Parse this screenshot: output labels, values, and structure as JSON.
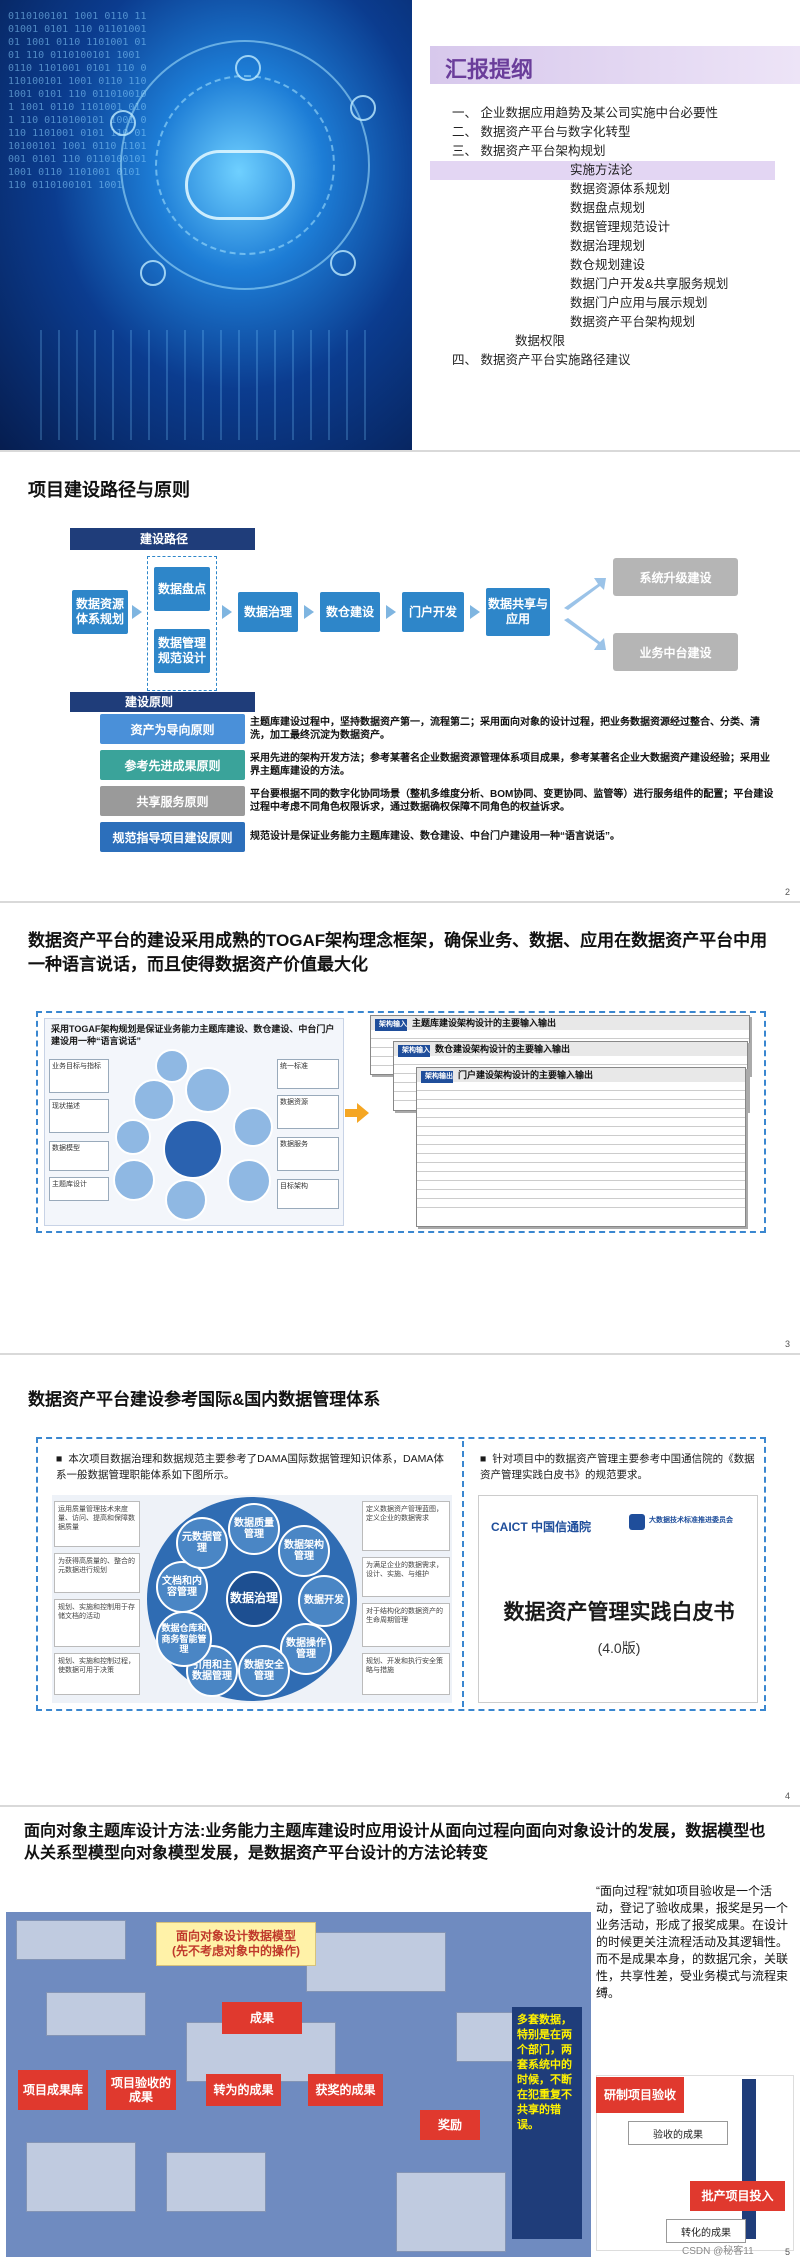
{
  "slide1": {
    "toc_title": "汇报提纲",
    "items": [
      "一、 企业数据应用趋势及某公司实施中台必要性",
      "二、 数据资产平台与数字化转型",
      "三、 数据资产平台架构规划",
      "实施方法论",
      "数据资源体系规划",
      "数据盘点规划",
      "数据管理规范设计",
      "数据治理规划",
      "数仓规划建设",
      "数据门户开发&共享服务规划",
      "数据门户应用与展示规划",
      "数据资产平台架构规划",
      "数据权限",
      "四、 数据资产平台实施路径建议"
    ]
  },
  "slide2": {
    "title": "项目建设路径与原则",
    "path_label": "建设路径",
    "steps": [
      "数据资源体系规划",
      "数据盘点",
      "数据管理规范设计",
      "数据治理",
      "数仓建设",
      "门户开发",
      "数据共享与应用"
    ],
    "outcomes": [
      "系统升级建设",
      "业务中台建设"
    ],
    "principles_label": "建设原则",
    "principles": [
      {
        "name": "资产为导向原则",
        "text": "主题库建设过程中，坚持数据资产第一，流程第二；采用面向对象的设计过程，把业务数据资源经过整合、分类、清洗，加工最终沉淀为数据资产。",
        "color": "#4a90d9"
      },
      {
        "name": "参考先进成果原则",
        "text": "采用先进的架构开发方法；参考某著名企业数据资源管理体系项目成果，参考某著名企业大数据资产建设经验；采用业界主题库建设的方法。",
        "color": "#3aa39a"
      },
      {
        "name": "共享服务原则",
        "text": "平台要根据不同的数字化协同场景（整机多维度分析、BOM协同、变更协同、监管等）进行服务组件的配置；平台建设过程中考虑不同角色权限诉求，通过数据确权保障不同角色的权益诉求。",
        "color": "#9a9a9a"
      },
      {
        "name": "规范指导项目建设原则",
        "text": "规范设计是保证业务能力主题库建设、数仓建设、中台门户建设用一种“语言说话”。",
        "color": "#2c6fbb"
      }
    ],
    "page": "2"
  },
  "slide3": {
    "title": "数据资产平台的建设采用成熟的TOGAF架构理念框架，确保业务、数据、应用在数据资产平台中用一种语言说话，而且使得数据资产价值最大化",
    "left_caption": "采用TOGAF架构规划是保证业务能力主题库建设、数仓建设、中台门户建设用一种“语言说话”",
    "doc1": "主题库建设架构设计的主要输入输出",
    "doc2": "数仓建设架构设计的主要输入输出",
    "doc3": "门户建设架构设计的主要输入输出",
    "tab_in": "架构输入",
    "tab_out": "架构输出",
    "page": "3"
  },
  "slide4": {
    "title": "数据资产平台建设参考国际&国内数据管理体系",
    "left_text": "本次项目数据治理和数据规范主要参考了DAMA国际数据管理知识体系，DAMA体系一般数据管理职能体系如下图所示。",
    "right_text": "针对项目中的数据资产管理主要参考中国通信院的《数据资产管理实践白皮书》的规范要求。",
    "wheel_center": "数据治理",
    "wheel": [
      "数据质量管理",
      "数据架构管理",
      "数据开发",
      "数据操作管理",
      "数据安全管理",
      "引用和主数据管理",
      "数据仓库和商务智能管理",
      "文档和内容管理",
      "元数据管理"
    ],
    "caict": "CAICT 中国信通院",
    "bigdata": "大数据技术标准推进委员会",
    "book_title": "数据资产管理实践白皮书",
    "book_version": "(4.0版)",
    "page": "4"
  },
  "slide5": {
    "title": "面向对象主题库设计方法:业务能力主题库建设时应用设计从面向过程向面向对象设计的发展，数据模型也从关系型模型向对象模型发展，是数据资产平台设计的方法论转变",
    "model_label": "面向对象设计数据模型\n(先不考虑对象中的操作)",
    "boxes": [
      "成果",
      "项目成果库",
      "项目验收的成果",
      "转为的成果",
      "获奖的成果",
      "奖励"
    ],
    "warn": "多套数据，特别是在两个部门，两套系统中的时候，不断在犯重复不共享的错误。",
    "side_text": "“面向过程”就如项目验收是一个活动，登记了验收成果，报奖是另一个业务活动，形成了报奖成果。在设计的时候更关注流程活动及其逻辑性。而不是成果本身，的数据冗余，关联性，共享性差，受业务模式与流程束缚。",
    "flow": [
      "研制项目验收",
      "验收的成果",
      "批产项目投入",
      "转化的成果"
    ],
    "watermark": "CSDN @秘客11",
    "page": "5"
  }
}
